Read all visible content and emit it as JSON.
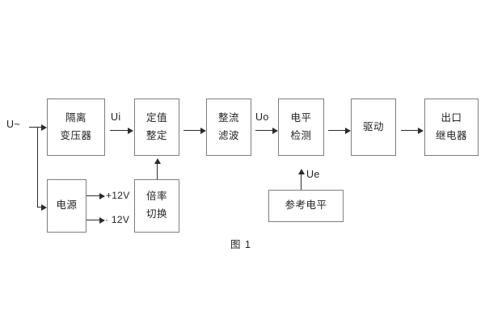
{
  "figure": {
    "caption": "图 1",
    "colors": {
      "box_border": "#7d7d7d",
      "line": "#2b2b2b",
      "text": "#231f20",
      "background": "#ffffff"
    }
  },
  "blocks": {
    "isolation_transformer": {
      "line1": "隔离",
      "line2": "变压器"
    },
    "setting_value": {
      "line1": "定值",
      "line2": "整定"
    },
    "rectify_filter": {
      "line1": "整流",
      "line2": "滤波"
    },
    "level_detect": {
      "line1": "电平",
      "line2": "检测"
    },
    "drive": {
      "line1": "驱动",
      "line2": ""
    },
    "output_relay": {
      "line1": "出口",
      "line2": "继电器"
    },
    "power_supply": {
      "line1": "电源",
      "line2": ""
    },
    "ratio_switch": {
      "line1": "倍率",
      "line2": "切换"
    },
    "reference_level": {
      "line1": "参考电平",
      "line2": ""
    }
  },
  "signals": {
    "input_u": "U~",
    "ui": "Ui",
    "uo": "Uo",
    "ue": "Ue",
    "rail_pos12v": "+12V",
    "rail_neg12v": "· 12V"
  }
}
